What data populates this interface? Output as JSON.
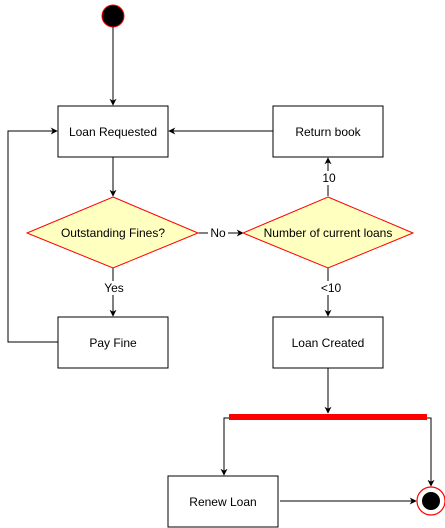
{
  "nodes": {
    "loan_requested": "Loan Requested",
    "return_book": "Return book",
    "outstanding_fines": "Outstanding Fines?",
    "number_of_current_loans": "Number of current loans",
    "pay_fine": "Pay Fine",
    "loan_created": "Loan Created",
    "renew_loan": "Renew Loan"
  },
  "edge_labels": {
    "no": "No",
    "yes": "Yes",
    "ten": "10",
    "lt_ten": "<10"
  },
  "colors": {
    "decision_fill": "#ffffc0",
    "decision_stroke": "#ff0000",
    "fork_bar": "#ff0000",
    "start_fill": "#000000",
    "start_stroke": "#ff0000"
  }
}
